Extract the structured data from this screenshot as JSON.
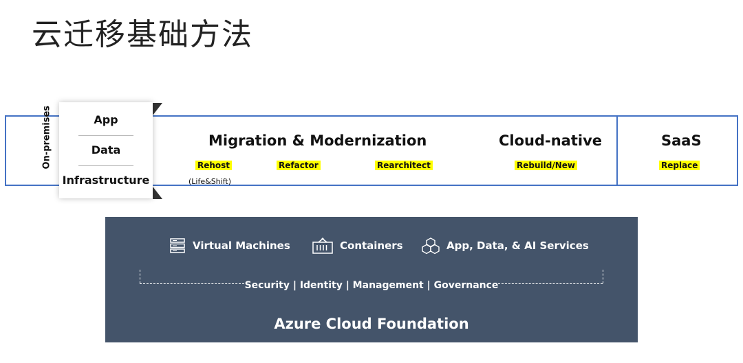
{
  "title": "云迁移基础方法",
  "onprem": {
    "label": "On-premises",
    "stack": [
      "App",
      "Data",
      "Infrastructure"
    ]
  },
  "migration": {
    "heading": "Migration & Modernization",
    "rehost": "Rehost",
    "rehost_sub": "(Life&Shift)",
    "refactor": "Refactor",
    "rearchitect": "Rearchitect"
  },
  "cloud_native": {
    "heading": "Cloud-native",
    "rebuild": "Rebuild/New"
  },
  "saas": {
    "heading": "SaaS",
    "replace": "Replace"
  },
  "azure": {
    "services": [
      "Virtual Machines",
      "Containers",
      "App, Data, & AI Services"
    ],
    "security": "Security | Identity | Management | Governance",
    "foundation": "Azure Cloud Foundation"
  },
  "colors": {
    "band_border": "#4472c4",
    "highlight": "#ffff00",
    "azure_bg": "#44546a"
  }
}
